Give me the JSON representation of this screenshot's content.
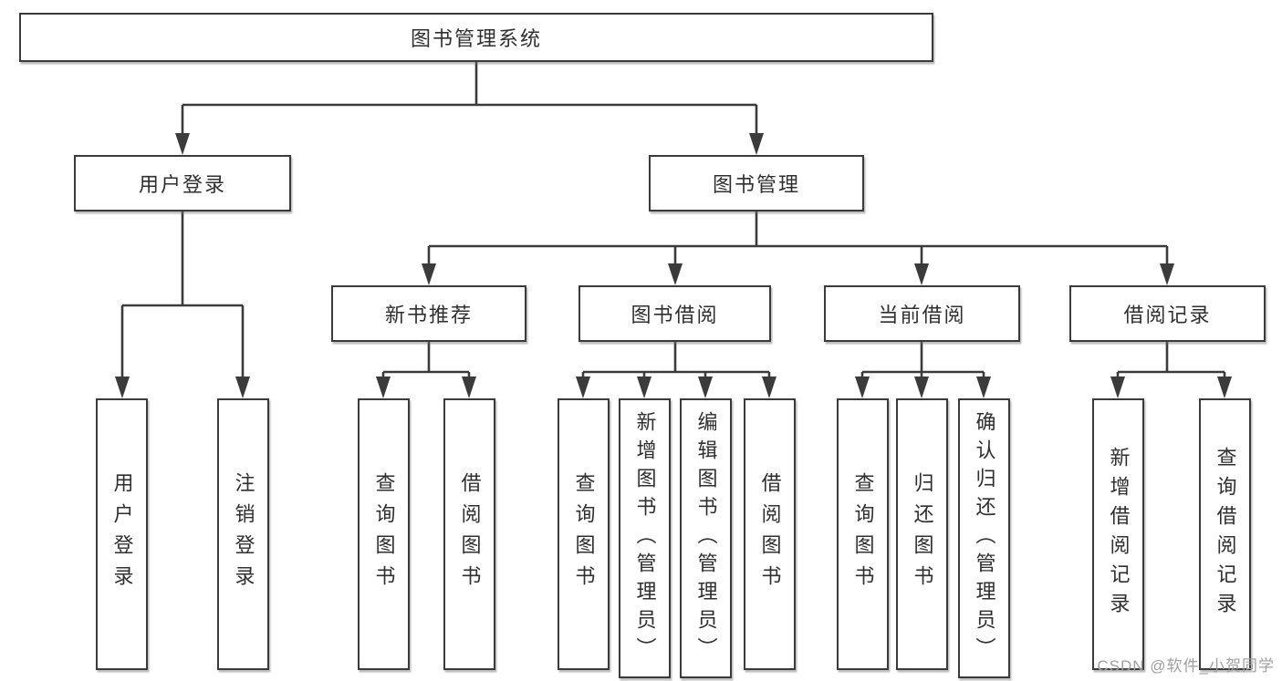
{
  "tree": {
    "label": "图书管理系统",
    "children": [
      {
        "label": "用户登录",
        "children": [
          {
            "label": "用户登录"
          },
          {
            "label": "注销登录"
          }
        ]
      },
      {
        "label": "图书管理",
        "children": [
          {
            "label": "新书推荐",
            "children": [
              {
                "label": "查询图书"
              },
              {
                "label": "借阅图书"
              }
            ]
          },
          {
            "label": "图书借阅",
            "children": [
              {
                "label": "查询图书"
              },
              {
                "label": "新增图书（管理员）"
              },
              {
                "label": "编辑图书（管理员）"
              },
              {
                "label": "借阅图书"
              }
            ]
          },
          {
            "label": "当前借阅",
            "children": [
              {
                "label": "查询图书"
              },
              {
                "label": "归还图书"
              },
              {
                "label": "确认归还（管理员）"
              }
            ]
          },
          {
            "label": "借阅记录",
            "children": [
              {
                "label": "新增借阅记录"
              },
              {
                "label": "查询借阅记录"
              }
            ]
          }
        ]
      }
    ]
  },
  "watermark": "CSDN @软件_小贺同学",
  "colors": {
    "line": "#3b3b3b",
    "text": "#2f2f2f",
    "watermark": "#a0a0a0",
    "background": "#ffffff"
  }
}
